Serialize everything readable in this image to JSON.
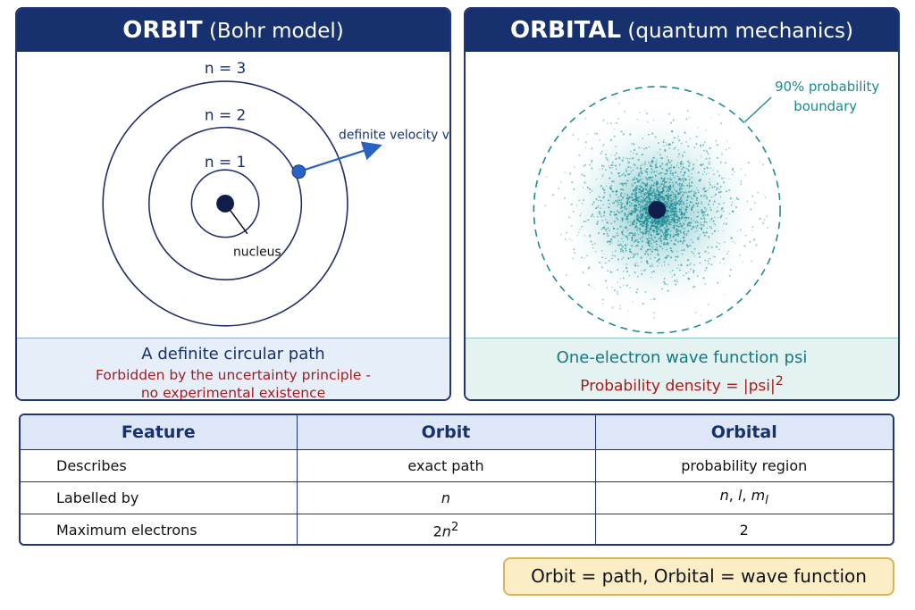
{
  "orbit_panel": {
    "title": "ORBIT",
    "subtitle": "(Bohr model)",
    "labels": {
      "n3": "n = 3",
      "n2": "n = 2",
      "n1": "n = 1",
      "velocity": "definite velocity v",
      "nucleus": "nucleus"
    },
    "footer_line1": "A definite circular path",
    "footer_line2a": "Forbidden by the uncertainty principle -",
    "footer_line2b": "no experimental existence"
  },
  "orbital_panel": {
    "title": "ORBITAL",
    "subtitle": "(quantum mechanics)",
    "boundary_label_1": "90% probability",
    "boundary_label_2": "boundary",
    "footer_line1": "One-electron wave function psi",
    "footer_line2": "Probability density = |psi|",
    "footer_superscript": "2"
  },
  "table": {
    "headers": [
      "Feature",
      "Orbit",
      "Orbital"
    ],
    "rows": [
      {
        "feature": "Describes",
        "orbit": "exact path",
        "orbital": "probability region"
      },
      {
        "feature": "Labelled by",
        "orbit": "n",
        "orbital_parts": [
          "n",
          ", ",
          "l",
          ", ",
          "m",
          "l"
        ]
      },
      {
        "feature": "Maximum electrons",
        "orbit_parts": [
          "2",
          "n",
          "2"
        ],
        "orbital": "2"
      }
    ]
  },
  "summary": "Orbit = path, Orbital = wave function",
  "colors": {
    "navy": "#17306e",
    "teal": "#178a8f",
    "red": "#a31d1d",
    "electron_blue": "#2a62c2"
  }
}
